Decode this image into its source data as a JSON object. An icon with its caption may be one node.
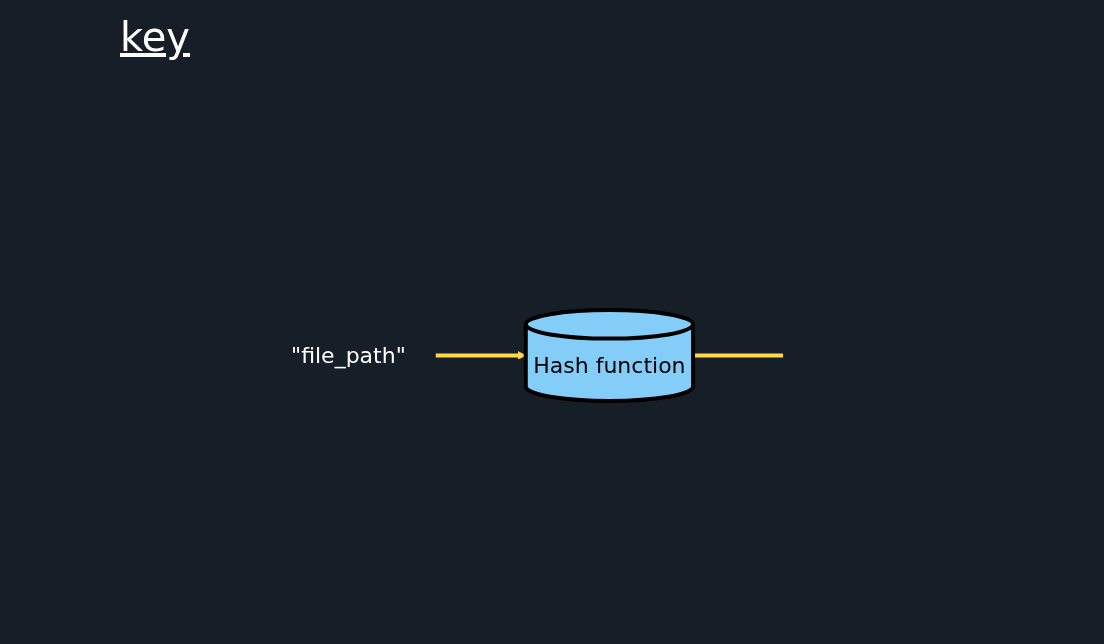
{
  "diagram": {
    "nodes": [
      {
        "text": [
          "\"file_path\""
        ]
      },
      {
        "text": [
          "Hash function"
        ]
      }
    ],
    "edges": [
      {
        "from": 0,
        "to": 1,
        "arrow": "to"
      },
      {
        "from": 1,
        "to": null,
        "arrow": "none"
      }
    ],
    "labels": [
      "key"
    ]
  }
}
